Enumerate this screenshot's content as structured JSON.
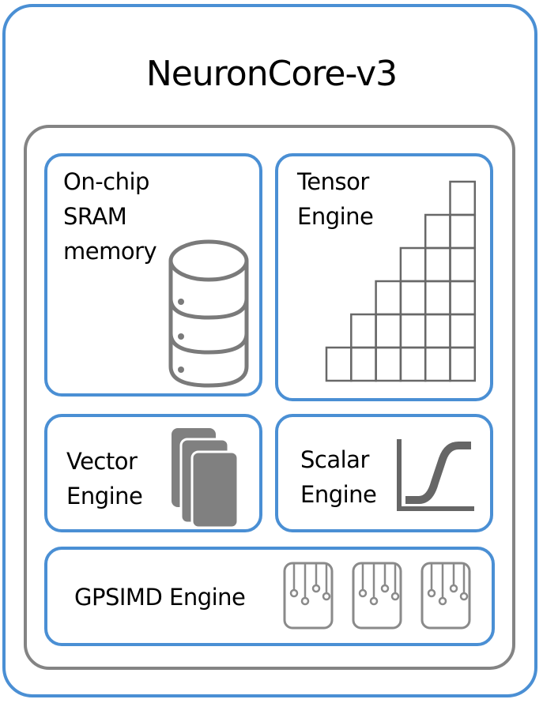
{
  "diagram": {
    "title": "NeuronCore-v3",
    "colors": {
      "outline_blue": "#4a8fd4",
      "outline_gray": "#848484",
      "icon_gray": "#6f6f6f"
    },
    "components": {
      "sram": {
        "label_lines": [
          "On-chip",
          "SRAM",
          "memory"
        ],
        "icon": "database-icon"
      },
      "tensor": {
        "label_lines": [
          "Tensor",
          "Engine"
        ],
        "icon": "staircase-grid-icon"
      },
      "vector": {
        "label_lines": [
          "Vector",
          "Engine"
        ],
        "icon": "stacked-cards-icon"
      },
      "scalar": {
        "label_lines": [
          "Scalar",
          "Engine"
        ],
        "icon": "sigmoid-curve-icon"
      },
      "gpsimd": {
        "label": "GPSIMD Engine",
        "icon": "circuit-chip-icon",
        "icon_count": 3
      }
    }
  }
}
